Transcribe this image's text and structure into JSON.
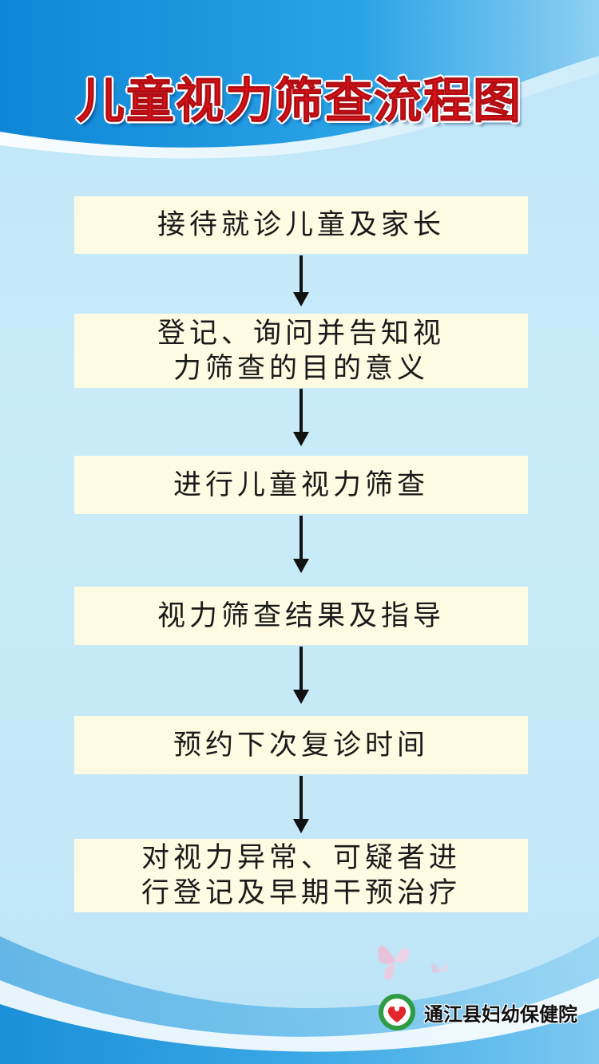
{
  "title": "儿童视力筛查流程图",
  "steps": [
    {
      "text": "接待就诊儿童及家长"
    },
    {
      "text": "登记、询问并告知视\n力筛查的目的意义"
    },
    {
      "text": "进行儿童视力筛查"
    },
    {
      "text": "视力筛查结果及指导"
    },
    {
      "text": "预约下次复诊时间"
    },
    {
      "text": "对视力异常、可疑者进\n行登记及早期干预治疗"
    }
  ],
  "footer": {
    "organization": "通江县妇幼保健院",
    "logo_icon": "maternal-child-health-logo-icon"
  },
  "colors": {
    "background": "#c4e8f8",
    "title": "#e8141c",
    "step_box": "#fdfbe2",
    "arrow": "#111111",
    "wave_blue": "#1a8fd8"
  }
}
